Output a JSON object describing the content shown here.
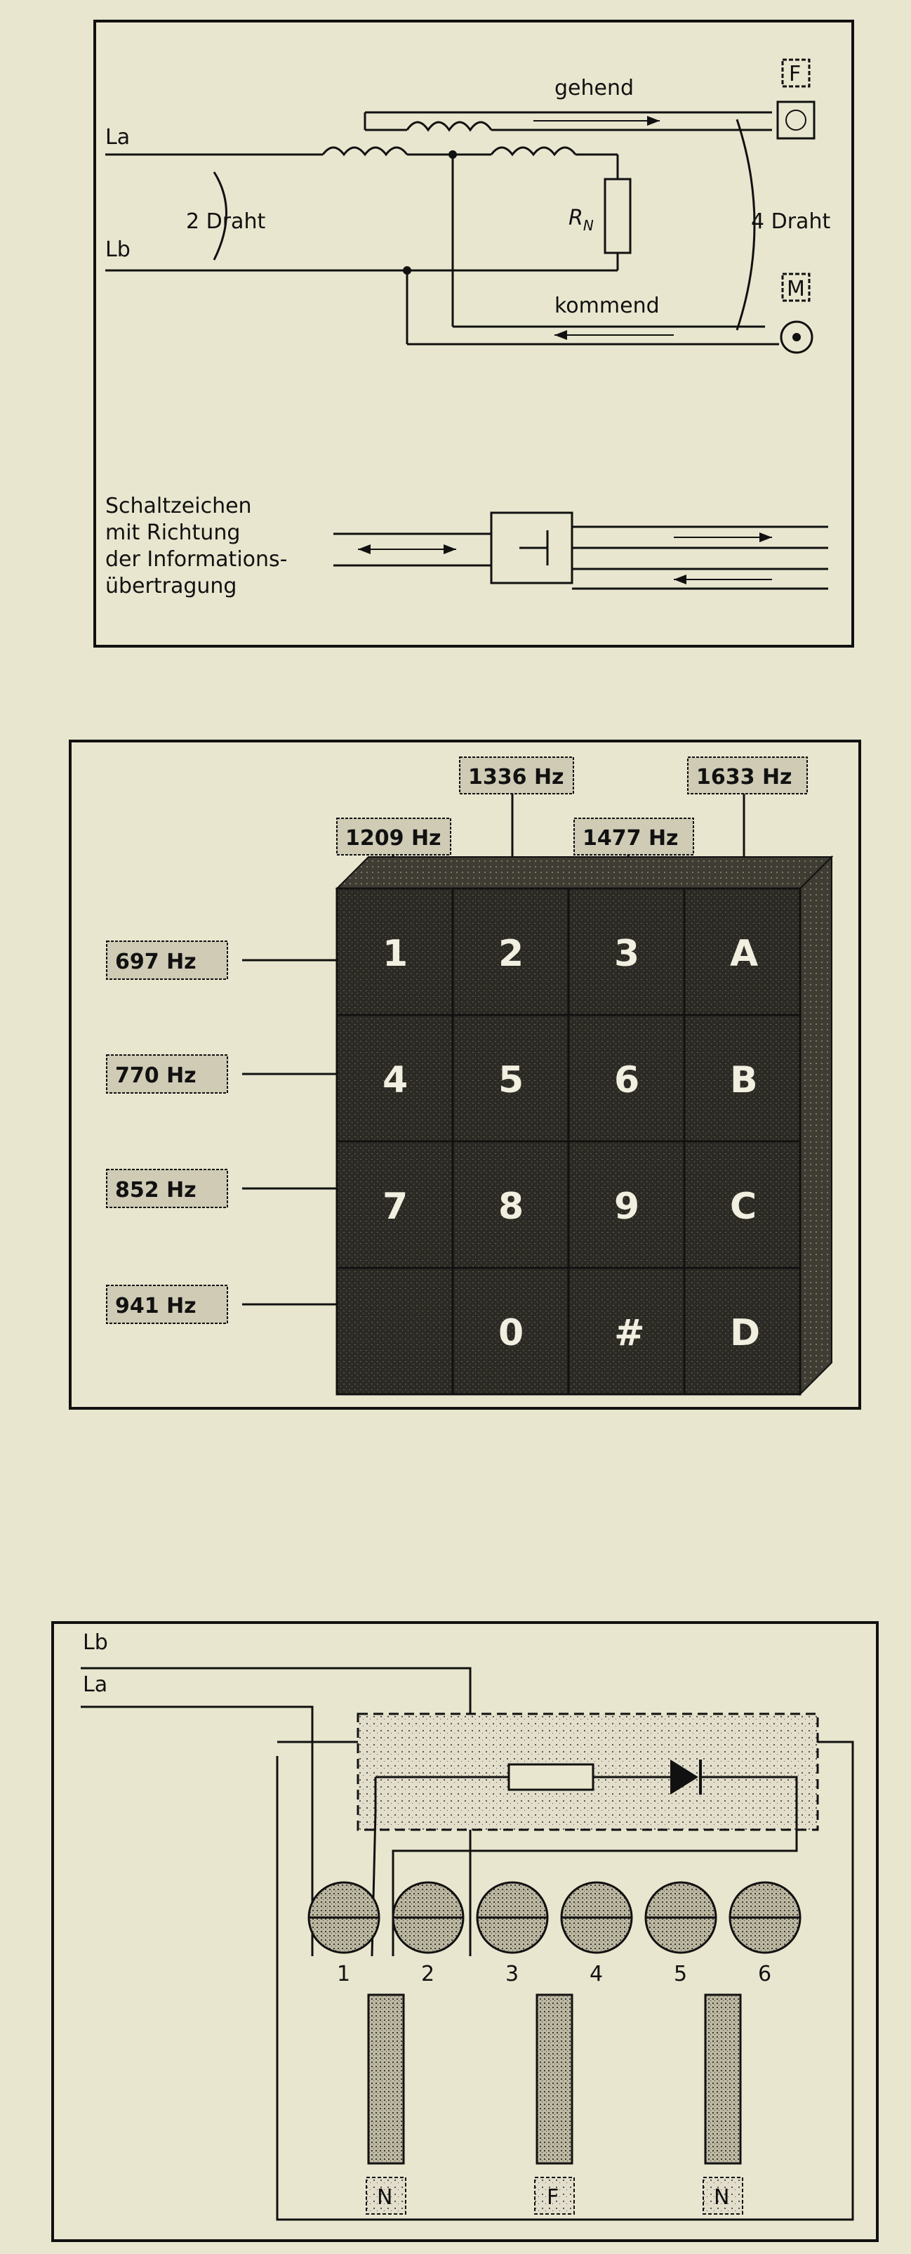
{
  "hybrid": {
    "la": "La",
    "lb": "Lb",
    "two_wire": "2 Draht",
    "four_wire": "4 Draht",
    "outgoing": "gehend",
    "incoming": "kommend",
    "resistor_r": "R",
    "resistor_sub": "N",
    "speaker_box": "F",
    "mic_box": "M",
    "symbol_caption": [
      "Schaltzeichen",
      "mit Richtung",
      "der Informations-",
      "übertragung"
    ]
  },
  "keypad": {
    "col_freqs": [
      "1209 Hz",
      "1336 Hz",
      "1477 Hz",
      "1633 Hz"
    ],
    "row_freqs": [
      "697 Hz",
      "770 Hz",
      "852 Hz",
      "941 Hz"
    ],
    "keys": [
      [
        "1",
        "2",
        "3",
        "A"
      ],
      [
        "4",
        "5",
        "6",
        "B"
      ],
      [
        "7",
        "8",
        "9",
        "C"
      ],
      [
        "",
        "0",
        "#",
        "D"
      ]
    ]
  },
  "socket": {
    "lb": "Lb",
    "la": "La",
    "terminals": [
      "1",
      "2",
      "3",
      "4",
      "5",
      "6"
    ],
    "codes": [
      "N",
      "F",
      "N"
    ]
  }
}
